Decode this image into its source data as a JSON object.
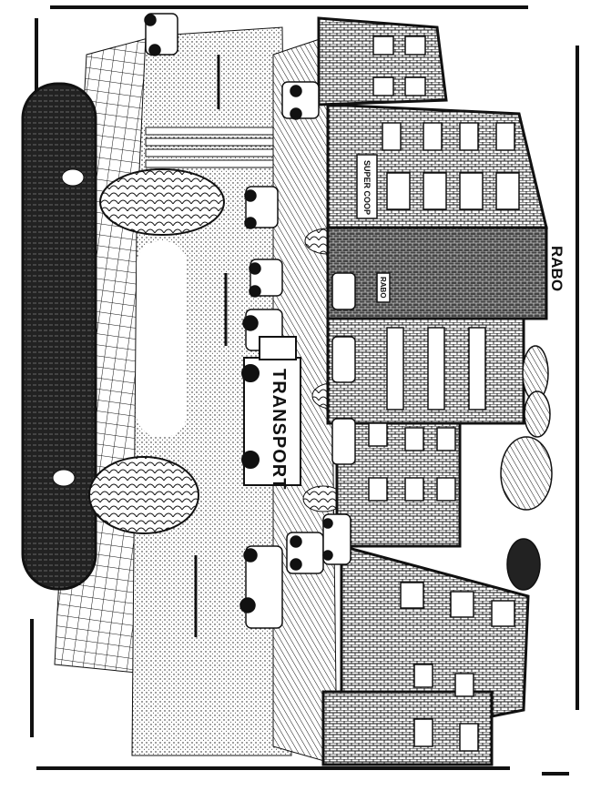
{
  "title": "Street scene coloring page",
  "labels": {
    "truck": "TRANSPORT",
    "bank_roof": "RABO",
    "bank_sign": "RABO",
    "supermarket_sign": "SUPER COOP"
  },
  "colors": {
    "ink": "#111111",
    "paper": "#ffffff"
  }
}
